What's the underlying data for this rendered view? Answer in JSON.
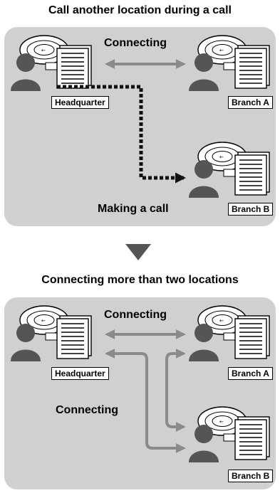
{
  "section1": {
    "title": "Call another location during a call",
    "connecting_label": "Connecting",
    "making_call_label": "Making a call",
    "hq_label": "Headquarter",
    "branch_a_label": "Branch A",
    "branch_b_label": "Branch B"
  },
  "section2": {
    "title": "Connecting more than two locations",
    "connecting_label_top": "Connecting",
    "connecting_label_left": "Connecting",
    "hq_label": "Headquarter",
    "branch_a_label": "Branch A",
    "branch_b_label": "Branch B"
  },
  "colors": {
    "panel": "#d0d0d0",
    "person": "#555555",
    "connect_arrow": "#8a8a8a",
    "dialing_arrow": "#111111",
    "transition_arrow": "#555555"
  }
}
